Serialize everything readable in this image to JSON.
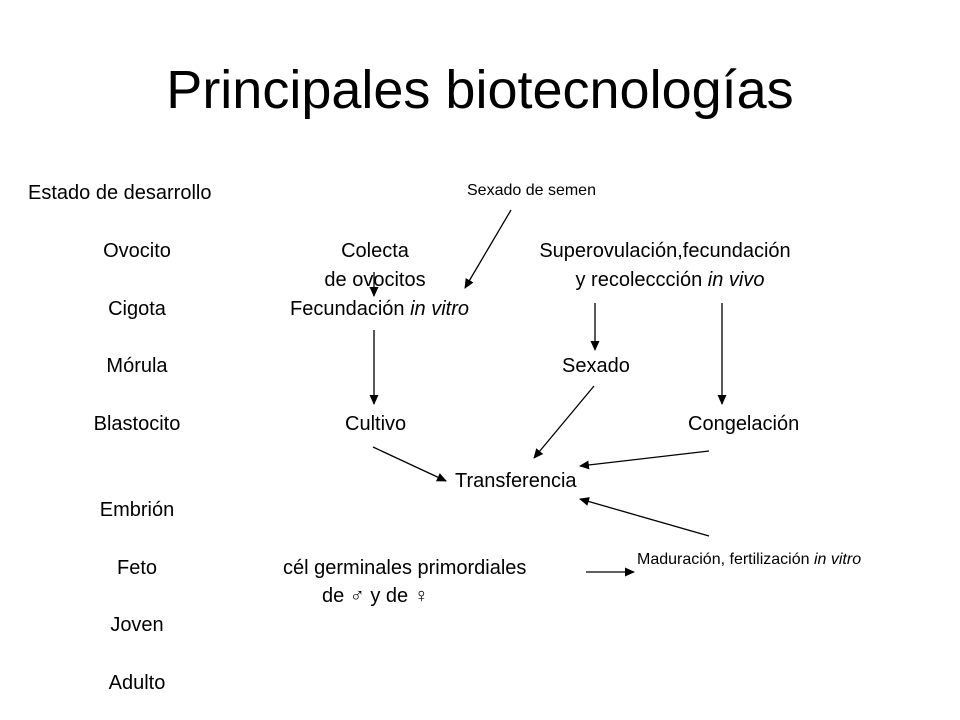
{
  "title": "Principales biotecnologías",
  "stages": {
    "header": "Estado de desarrollo",
    "ovocito": "Ovocito",
    "cigota": "Cigota",
    "morula": "Mórula",
    "blastocito": "Blastocito",
    "embrion": "Embrión",
    "feto": "Feto",
    "joven": "Joven",
    "adulto": "Adulto"
  },
  "nodes": {
    "sexado_semen": "Sexado de semen",
    "colecta_line1": "Colecta",
    "colecta_line2": "de ovocitos",
    "fiv_prefix": "Fecundación ",
    "fiv_italic": "in vitro",
    "superov_line1": "Superovulación,fecundación",
    "superov_line2_prefix": "y recoleccción ",
    "superov_line2_italic": "in vivo",
    "sexado": "Sexado",
    "cultivo": "Cultivo",
    "congelacion": "Congelación",
    "transferencia": "Transferencia",
    "maduracion_prefix": "Maduración, fertilización ",
    "maduracion_italic": "in vitro",
    "celgerm_line1": "cél germinales primordiales",
    "celgerm_line2": "de ♂ y de ♀"
  },
  "edges": [
    {
      "from": "Sexado de semen",
      "to": "Colecta de ovocitos"
    },
    {
      "from": "Colecta de ovocitos",
      "to": "Fecundación in vitro"
    },
    {
      "from": "Fecundación in vitro",
      "to": "Cultivo"
    },
    {
      "from": "Superovulación,fecundación y recoleccción in vivo",
      "to": "Sexado"
    },
    {
      "from": "Superovulación,fecundación y recoleccción in vivo",
      "to": "Congelación"
    },
    {
      "from": "Cultivo",
      "to": "Transferencia"
    },
    {
      "from": "Sexado",
      "to": "Transferencia"
    },
    {
      "from": "Congelación",
      "to": "Transferencia"
    },
    {
      "from": "Maduración, fertilización in vitro",
      "to": "Transferencia"
    },
    {
      "from": "cél germinales primordiales de ♂ y de ♀",
      "to": "Maduración, fertilización in vitro"
    }
  ]
}
